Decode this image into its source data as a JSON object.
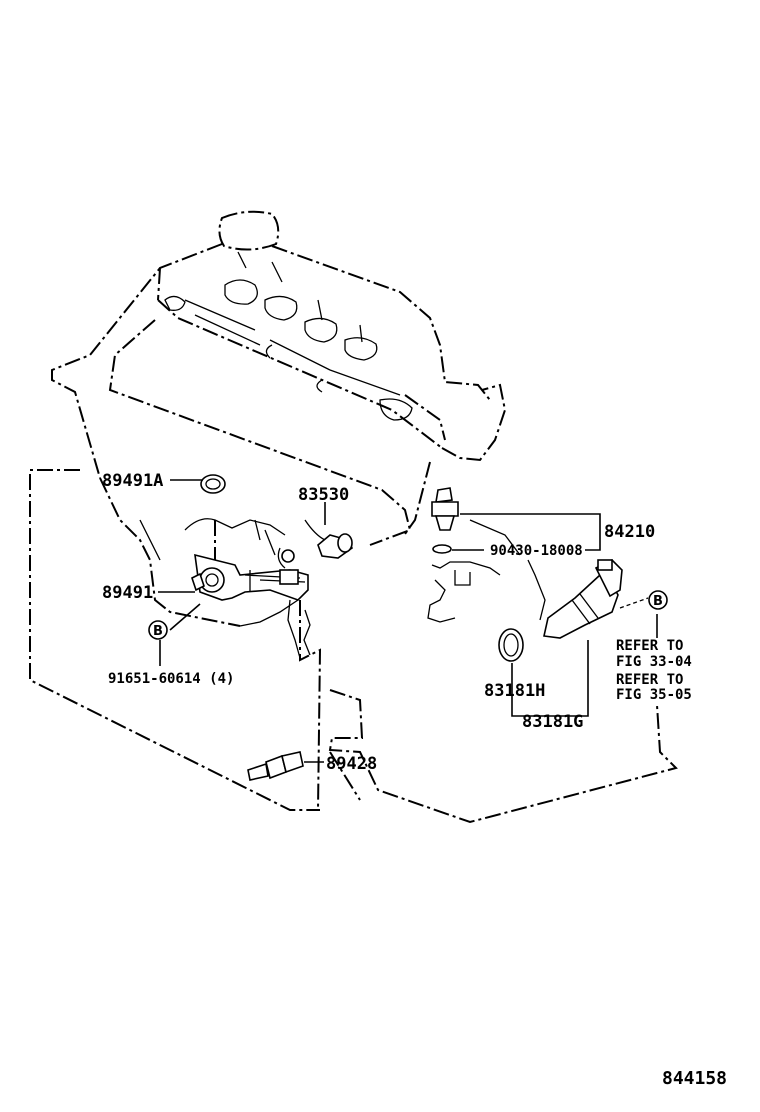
{
  "parts": {
    "p89491A": "89491A",
    "p83530": "83530",
    "p89491": "89491",
    "p91651": "91651-60614 (4)",
    "p84210": "84210",
    "p90430": "90430-18008",
    "p83181H": "83181H",
    "p83181G": "83181G",
    "p89428": "89428"
  },
  "callouts": {
    "b_left": "B",
    "b_right": "B"
  },
  "references": {
    "ref1_line1": "REFER TO",
    "ref1_line2": "FIG 33-04",
    "ref2_line1": "REFER TO",
    "ref2_line2": "FIG 35-05"
  },
  "figure_number": "844158"
}
